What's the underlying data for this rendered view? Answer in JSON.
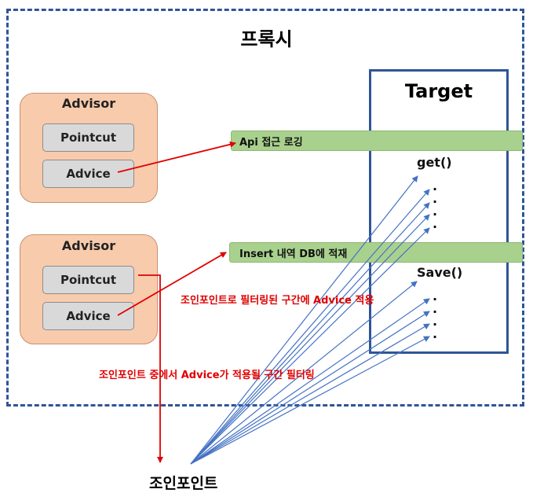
{
  "proxy": {
    "title": "프록시"
  },
  "advisors": [
    {
      "title": "Advisor",
      "pointcut": "Pointcut",
      "advice": "Advice"
    },
    {
      "title": "Advisor",
      "pointcut": "Pointcut",
      "advice": "Advice"
    }
  ],
  "target": {
    "title": "Target",
    "bar1": "Api 접근 로깅",
    "bar2": "Insert 내역 DB에 적재",
    "method1": "get()",
    "method2": "Save()",
    "dot": "."
  },
  "annotations": {
    "filter_apply": "조인포인트로 필터링된 구간에 Advice 적용",
    "filter_section": "조인포인트 중에서 Advice가 적용될 구간 필터링"
  },
  "joinpoint": {
    "label": "조인포인트"
  },
  "colors": {
    "proxy_border": "#2f5597",
    "advisor_fill": "#f8cbad",
    "bar_fill": "#a9d18e",
    "red": "#e00000",
    "blue": "#4472c4"
  }
}
